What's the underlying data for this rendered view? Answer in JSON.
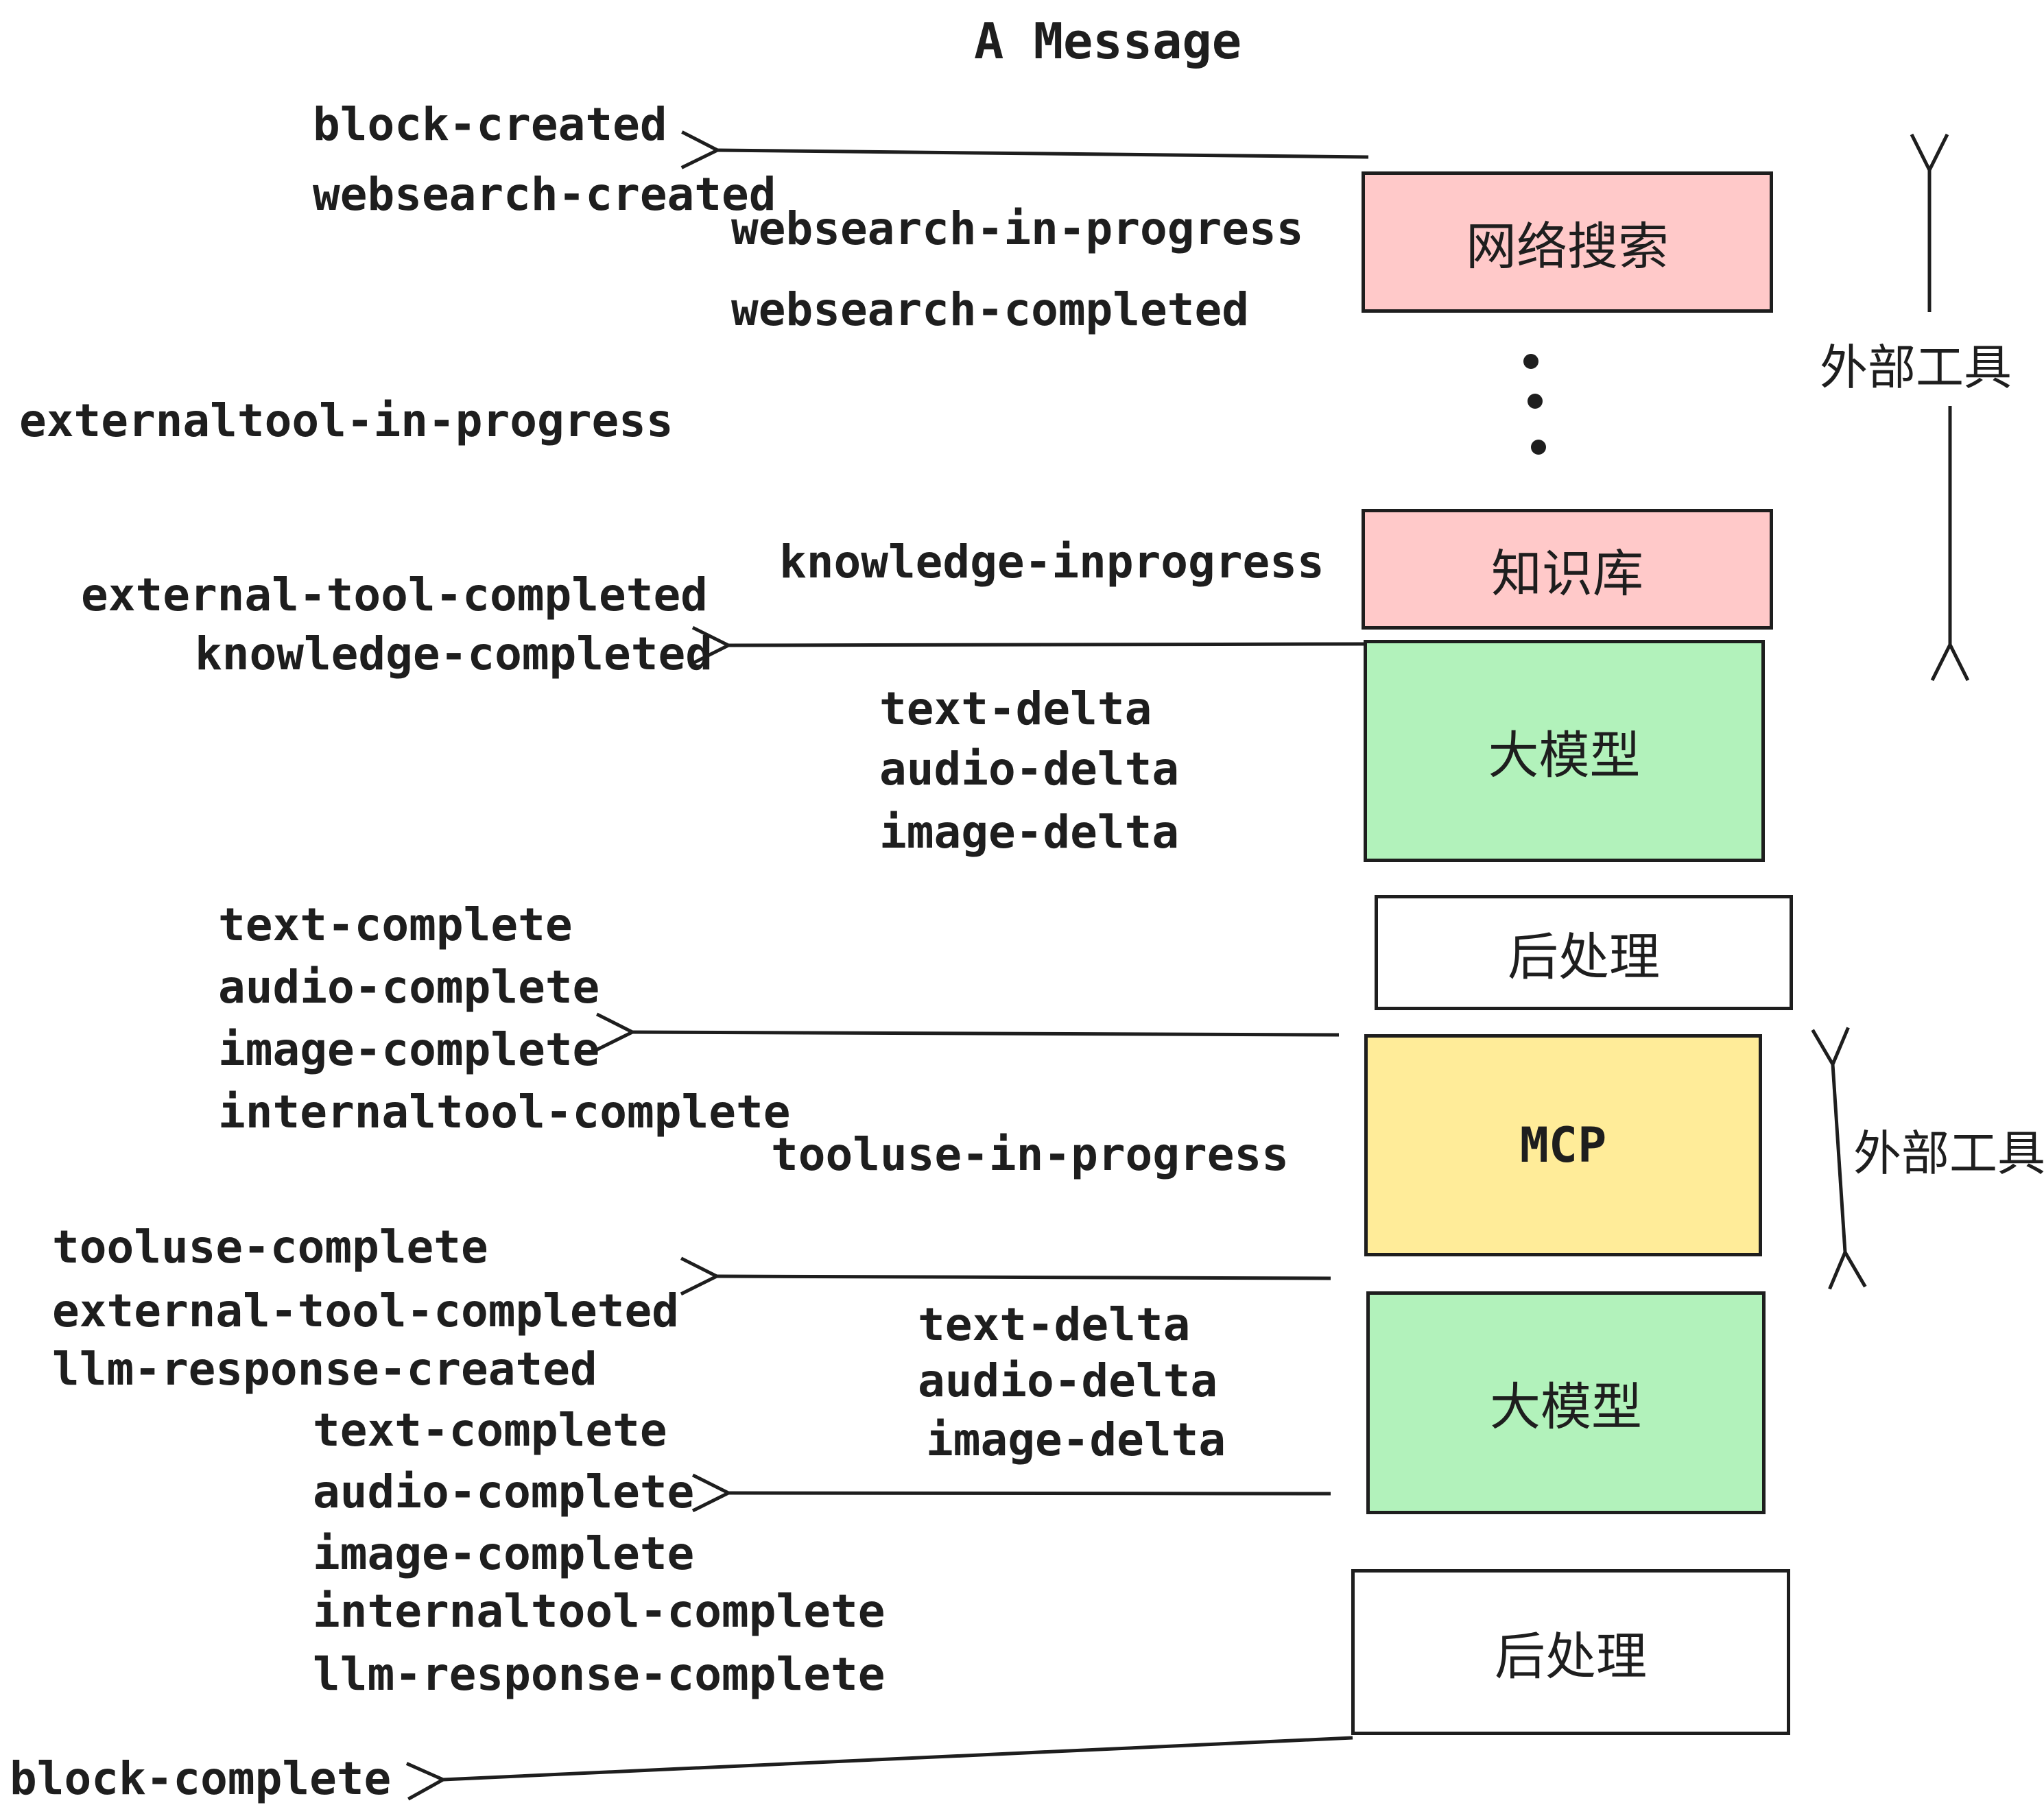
{
  "title": "A Message",
  "boxes": [
    {
      "id": "websearch",
      "label": "网络搜索",
      "color": "#ffc9c9"
    },
    {
      "id": "knowledge",
      "label": "知识库",
      "color": "#ffc9c9"
    },
    {
      "id": "llm1",
      "label": "大模型",
      "color": "#b2f2bb"
    },
    {
      "id": "post1",
      "label": "后处理",
      "color": "#ffffff"
    },
    {
      "id": "mcp",
      "label": "MCP",
      "color": "#ffec99"
    },
    {
      "id": "llm2",
      "label": "大模型",
      "color": "#b2f2bb"
    },
    {
      "id": "post2",
      "label": "后处理",
      "color": "#ffffff"
    }
  ],
  "annotations": {
    "external_tools_top": "外部工具",
    "external_tools_mcp": "外部工具"
  },
  "events": {
    "block_created": "block-created",
    "websearch_created": "websearch-created",
    "websearch_in_progress": "websearch-in-progress",
    "websearch_completed": "websearch-completed",
    "externaltool_in_progress": "externaltool-in-progress",
    "knowledge_inprogress": "knowledge-inprogress",
    "external_tool_completed": "external-tool-completed",
    "knowledge_completed": "knowledge-completed",
    "text_delta": "text-delta",
    "audio_delta": "audio-delta",
    "image_delta": "image-delta",
    "text_complete": "text-complete",
    "audio_complete": "audio-complete",
    "image_complete": "image-complete",
    "internaltool_complete": "internaltool-complete",
    "tooluse_in_progress": "tooluse-in-progress",
    "tooluse_complete": "tooluse-complete",
    "llm_response_created": "llm-response-created",
    "llm_response_complete": "llm-response-complete",
    "block_complete": "block-complete"
  },
  "colors": {
    "ink": "#1e1e1e",
    "pink": "#ffc9c9",
    "green": "#b2f2bb",
    "yellow": "#ffec99",
    "white": "#ffffff"
  }
}
